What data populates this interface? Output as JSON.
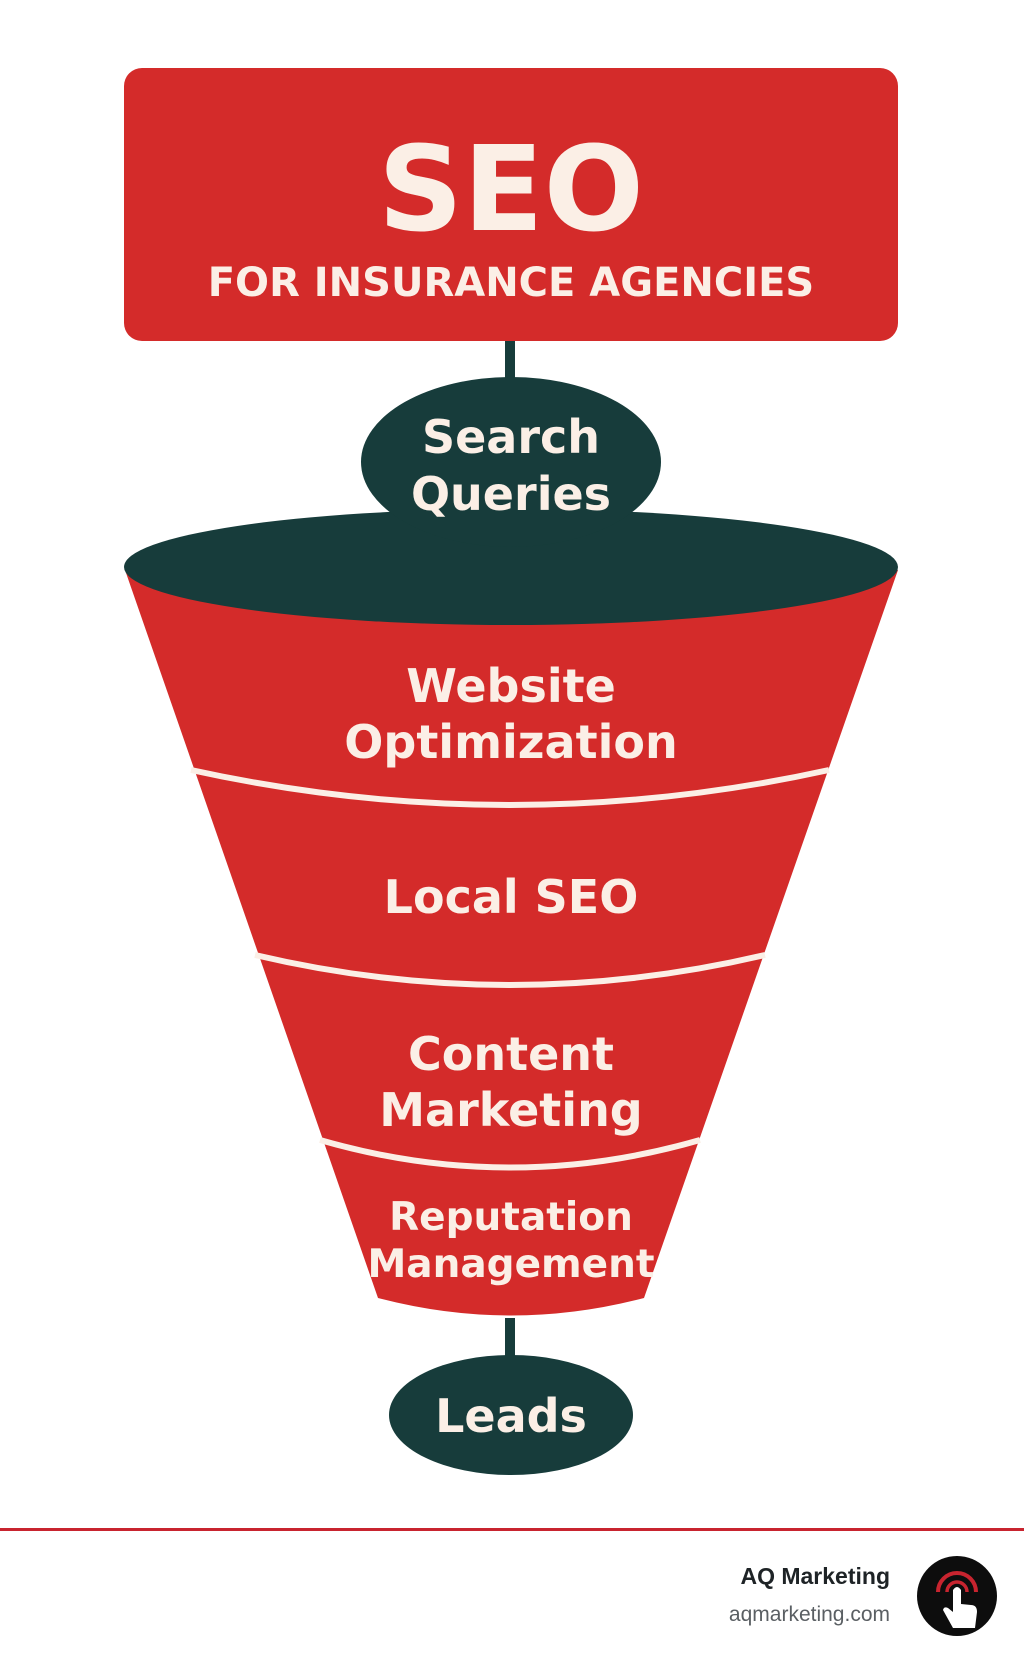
{
  "header": {
    "title": "SEO",
    "subtitle": "FOR INSURANCE AGENCIES"
  },
  "funnel": {
    "input": {
      "line1": "Search",
      "line2": "Queries"
    },
    "stages": [
      {
        "line1": "Website",
        "line2": "Optimization"
      },
      {
        "line1": "Local SEO",
        "line2": ""
      },
      {
        "line1": "Content",
        "line2": "Marketing"
      },
      {
        "line1": "Reputation",
        "line2": "Management"
      }
    ],
    "output": {
      "label": "Leads"
    }
  },
  "footer": {
    "brand": "AQ Marketing",
    "url": "aqmarketing.com",
    "logo_icon": "pointer-hand-icon"
  },
  "colors": {
    "red": "#d42b2a",
    "dark_teal": "#173c3b",
    "cream": "#fbefe6",
    "divider": "#c8242f"
  }
}
